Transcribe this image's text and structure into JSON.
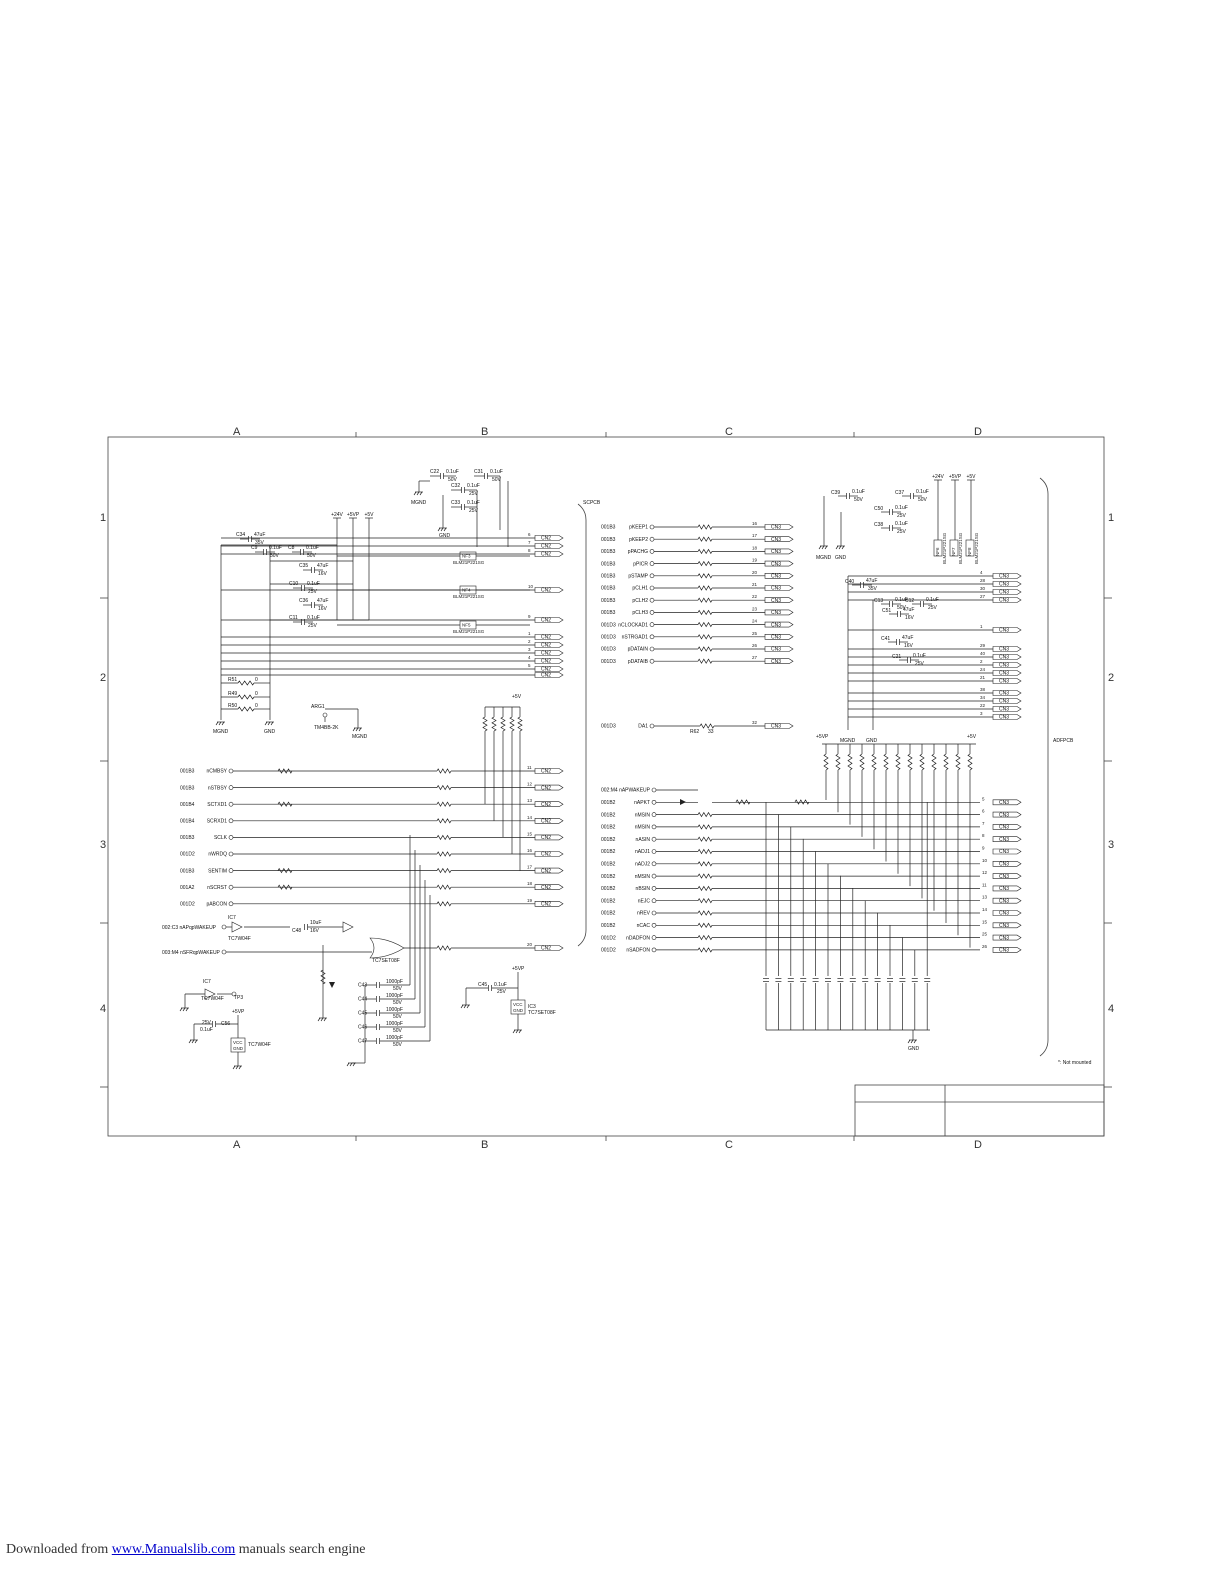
{
  "zones": {
    "columns": [
      "A",
      "B",
      "C",
      "D"
    ],
    "rows": [
      "1",
      "2",
      "3",
      "4"
    ]
  },
  "connectors": {
    "cn2": "CN2",
    "cn3": "CN3"
  },
  "labels": {
    "scpcb": "SCPCB",
    "adfpcb": "ADFPCB",
    "not_mounted": "*: Not mounted",
    "mgnd": "MGND",
    "gnd": "GND",
    "p5v": "+5V",
    "p5vp": "+5VP",
    "p24v": "+24V",
    "arg": "ARG1",
    "arg_part": "TM4BB-2K"
  },
  "power_labels_top_left": [
    "+24V",
    "+5VP",
    "+5V"
  ],
  "power_labels_top_right": [
    "+24V",
    "+5VP",
    "+5V"
  ],
  "top_caps": [
    {
      "ref": "C22",
      "value": "0.1uF",
      "volt": "50V"
    },
    {
      "ref": "C31",
      "value": "0.1uF",
      "volt": "50V"
    },
    {
      "ref": "C32",
      "value": "0.1uF",
      "volt": "25V"
    },
    {
      "ref": "C33",
      "value": "0.1uF",
      "volt": "25V"
    }
  ],
  "left_caps": [
    {
      "ref": "C34",
      "value": "47uF",
      "volt": "35V"
    },
    {
      "ref": "C9",
      "value": "0.1uF",
      "volt": "50V"
    },
    {
      "ref": "C8",
      "value": "0.1uF",
      "volt": "50V"
    },
    {
      "ref": "C35",
      "value": "47uF",
      "volt": "16V"
    },
    {
      "ref": "C10",
      "value": "0.1uF",
      "volt": "25V"
    },
    {
      "ref": "C36",
      "value": "47uF",
      "volt": "16V"
    },
    {
      "ref": "C11",
      "value": "0.1uF",
      "volt": "25V"
    }
  ],
  "filters": [
    {
      "ref": "NF3",
      "part": "BLM21P221SG"
    },
    {
      "ref": "NF4",
      "part": "BLM21P221SG"
    },
    {
      "ref": "NF5",
      "part": "BLM21P221SG"
    }
  ],
  "cn2_top_pins": [
    "6",
    "7",
    "8",
    "10",
    "9",
    "1",
    "2",
    "3",
    "4",
    "5"
  ],
  "left_resistors": [
    {
      "ref": "R51",
      "value": "0"
    },
    {
      "ref": "R49",
      "value": "0"
    },
    {
      "ref": "R50",
      "value": "0"
    }
  ],
  "left_signals": [
    {
      "sheet": "001B3",
      "name": "nCMBSY",
      "pin": "11"
    },
    {
      "sheet": "001B3",
      "name": "nSTBSY",
      "pin": "12"
    },
    {
      "sheet": "001B4",
      "name": "SCTXD1",
      "pin": "13"
    },
    {
      "sheet": "001B4",
      "name": "SCRXD1",
      "pin": "14"
    },
    {
      "sheet": "001B3",
      "name": "SCLK",
      "pin": "15"
    },
    {
      "sheet": "001D2",
      "name": "nWRDQ",
      "pin": "16"
    },
    {
      "sheet": "001B3",
      "name": "SENTIM",
      "pin": "17"
    },
    {
      "sheet": "001A2",
      "name": "nSCRST",
      "pin": "18"
    },
    {
      "sheet": "001D2",
      "name": "pABCON",
      "pin": "19"
    }
  ],
  "wakeup": {
    "in1": "002:C3 nAPqpWAKEUP",
    "in2": "003:M4 nSFRqpWAKEUP",
    "ic7": "IC7",
    "ic7_part": "TC7W04F",
    "cap": "C48",
    "cap_value": "10uF",
    "cap_volt": "16V",
    "ic5_part": "TC7SET08F",
    "pin_out": "20"
  },
  "mid_caps": [
    {
      "ref": "C43",
      "value": "1000pF",
      "volt": "50V"
    },
    {
      "ref": "C44",
      "value": "1000pF",
      "volt": "50V"
    },
    {
      "ref": "C45",
      "value": "1000pF",
      "volt": "50V"
    },
    {
      "ref": "C46",
      "value": "1000pF",
      "volt": "50V"
    },
    {
      "ref": "C47",
      "value": "1000pF",
      "volt": "50V"
    }
  ],
  "ic3": {
    "cap": "C45",
    "cap_value": "0.1uF",
    "cap_volt": "25V",
    "ref": "IC3",
    "part": "TC7SET08F"
  },
  "ic_bottom_left": {
    "ref": "IC7",
    "part": "TC7W04F",
    "tp": "TP3",
    "cap": "C56",
    "cap_value": "0.1uF",
    "cap_volt": "25V",
    "ic1_part": "TC7W04F"
  },
  "scpcb_signals": [
    {
      "sheet": "001B3",
      "name": "pKEEP1",
      "pin": "16"
    },
    {
      "sheet": "001B3",
      "name": "pKEEP2",
      "pin": "17"
    },
    {
      "sheet": "001B3",
      "name": "pPACHG",
      "pin": "18"
    },
    {
      "sheet": "001B3",
      "name": "pPICR",
      "pin": "19"
    },
    {
      "sheet": "001B3",
      "name": "pSTAMP",
      "pin": "20"
    },
    {
      "sheet": "001B3",
      "name": "pCLH1",
      "pin": "21"
    },
    {
      "sheet": "001B3",
      "name": "pCLH2",
      "pin": "22"
    },
    {
      "sheet": "001B3",
      "name": "pCLH3",
      "pin": "23"
    },
    {
      "sheet": "001D3",
      "name": "nCLOCKAD1",
      "pin": "24"
    },
    {
      "sheet": "001D3",
      "name": "nSTRGAD1",
      "pin": "25"
    },
    {
      "sheet": "001D3",
      "name": "pDATAIN",
      "pin": "26"
    },
    {
      "sheet": "001D3",
      "name": "pDATAIB",
      "pin": "27"
    }
  ],
  "da_signal": {
    "sheet": "001D3",
    "name": "DA1",
    "pin": "32",
    "res": "R62",
    "value": "33"
  },
  "adf_signals": [
    {
      "sheet": "002:M4",
      "name": "nAPWAKEUP",
      "pin": ""
    },
    {
      "sheet": "001B2",
      "name": "nAPKT",
      "pin": "5"
    },
    {
      "sheet": "001B2",
      "name": "nMSIN",
      "pin": "6"
    },
    {
      "sheet": "001B2",
      "name": "nMSIN",
      "pin": "7"
    },
    {
      "sheet": "001B2",
      "name": "nASIN",
      "pin": "8"
    },
    {
      "sheet": "001B2",
      "name": "nADJ1",
      "pin": "9"
    },
    {
      "sheet": "001B2",
      "name": "nADJ2",
      "pin": "10"
    },
    {
      "sheet": "001B2",
      "name": "nMSIN",
      "pin": "12"
    },
    {
      "sheet": "001B2",
      "name": "nBSIN",
      "pin": "11"
    },
    {
      "sheet": "001B2",
      "name": "nEJC",
      "pin": "13"
    },
    {
      "sheet": "001B2",
      "name": "nREV",
      "pin": "14"
    },
    {
      "sheet": "001B2",
      "name": "nCAC",
      "pin": "15"
    },
    {
      "sheet": "001D2",
      "name": "nDADFON",
      "pin": "25"
    },
    {
      "sheet": "001D2",
      "name": "nSADFON",
      "pin": "26"
    }
  ],
  "right_caps": [
    {
      "ref": "C39",
      "value": "0.1uF",
      "volt": "50V"
    },
    {
      "ref": "C37",
      "value": "0.1uF",
      "volt": "50V"
    },
    {
      "ref": "C50",
      "value": "0.1uF",
      "volt": "25V"
    },
    {
      "ref": "C38",
      "value": "0.1uF",
      "volt": "25V"
    },
    {
      "ref": "C40",
      "value": "47uF",
      "volt": "35V"
    },
    {
      "ref": "C13",
      "value": "0.1uF",
      "volt": "50V"
    },
    {
      "ref": "C51",
      "value": "47uF",
      "volt": "16V"
    },
    {
      "ref": "C12",
      "value": "0.1uF",
      "volt": "25V"
    },
    {
      "ref": "C41",
      "value": "47uF",
      "volt": "16V"
    },
    {
      "ref": "C21",
      "value": "0.1uF",
      "volt": "25V"
    }
  ],
  "right_filters": [
    {
      "ref": "NF6",
      "part": "BLM21P221SG"
    },
    {
      "ref": "NF7",
      "part": "BLM21P221SG"
    },
    {
      "ref": "NF8",
      "part": "BLM21P221SG"
    }
  ],
  "cn3_right_pins": [
    "4",
    "28",
    "30",
    "27",
    "1",
    "29",
    "40",
    "2",
    "24",
    "21",
    "38",
    "34",
    "22",
    "3"
  ],
  "cn3_adf_pins": [
    "5",
    "6",
    "7",
    "8",
    "9",
    "10",
    "12",
    "11",
    "13",
    "14",
    "15",
    "25",
    "26"
  ],
  "footer": {
    "prefix": "Downloaded from ",
    "link": "www.Manualslib.com",
    "suffix": " manuals search engine"
  }
}
